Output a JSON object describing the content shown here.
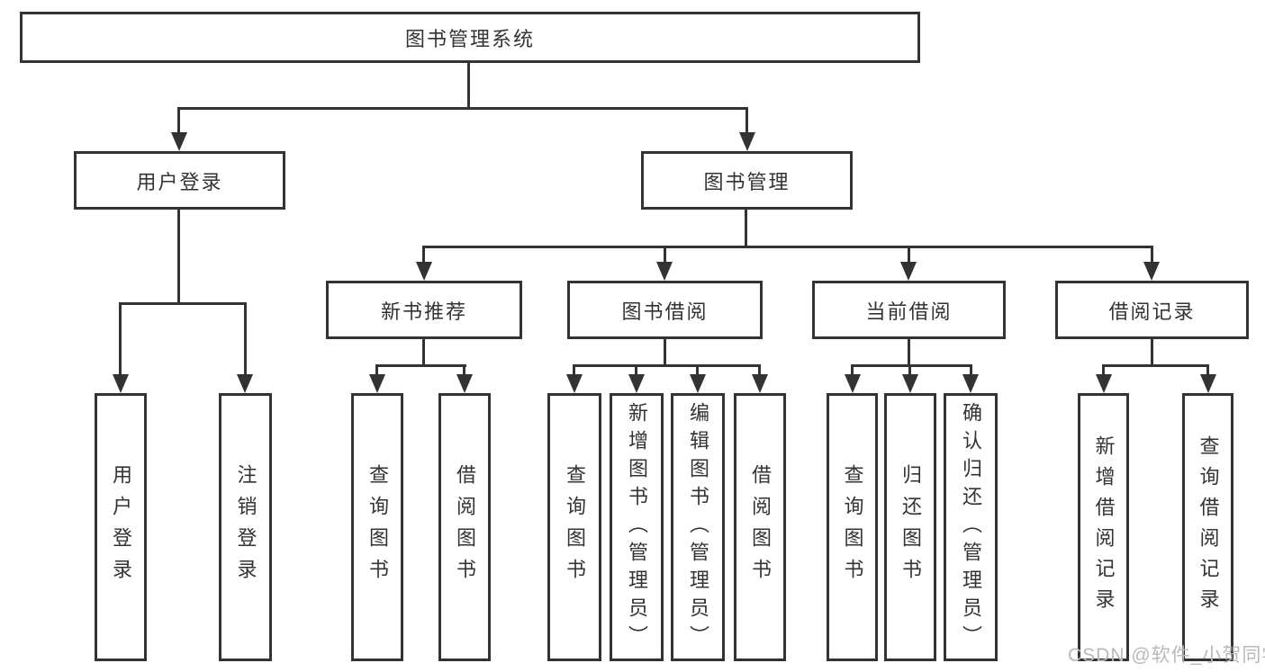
{
  "tree": {
    "root_label": "图书管理系统",
    "user_login": {
      "label": "用户登录",
      "children": [
        "用户登录",
        "注销登录"
      ]
    },
    "book_mgmt": {
      "label": "图书管理",
      "sections": [
        {
          "label": "新书推荐",
          "children": [
            "查询图书",
            "借阅图书"
          ]
        },
        {
          "label": "图书借阅",
          "children": [
            "查询图书",
            "新增图书（管理员）",
            "编辑图书（管理员）",
            "借阅图书"
          ]
        },
        {
          "label": "当前借阅",
          "children": [
            "查询图书",
            "归还图书",
            "确认归还（管理员）"
          ]
        },
        {
          "label": "借阅记录",
          "children": [
            "新增借阅记录",
            "查询借阅记录"
          ]
        }
      ]
    }
  },
  "watermark": "CSDN @软件_小贺同学",
  "colors": {
    "line": "#333333",
    "text": "#333333",
    "watermark": "#b9b9b9",
    "background": "#ffffff"
  }
}
